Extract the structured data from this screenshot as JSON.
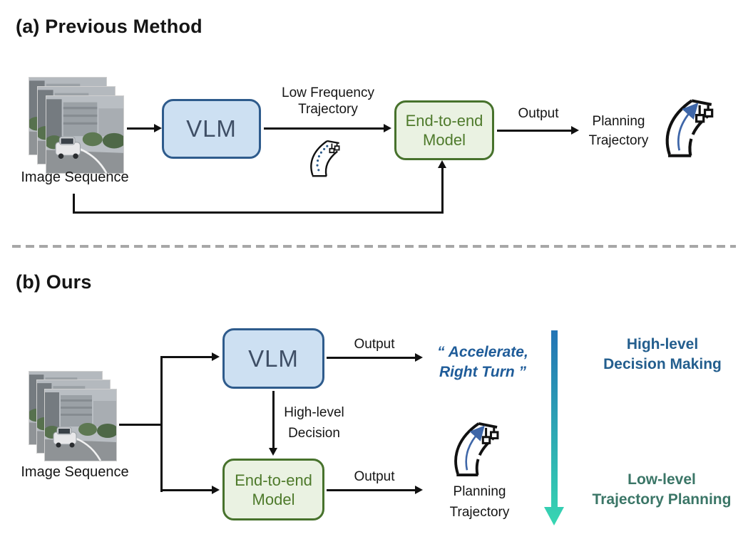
{
  "colors": {
    "vlm_fill": "#CDE0F2",
    "vlm_border": "#2E5B8C",
    "vlm_text": "#3F4F66",
    "e2e_fill": "#EAF2E2",
    "e2e_border": "#47722C",
    "e2e_text": "#4E7A2B",
    "quote_text": "#1F5C99",
    "legend_high_text": "#235E8E",
    "legend_low_text": "#3B7667",
    "gradient_arrow_top": "#2373B5",
    "gradient_arrow_bottom": "#37D7B2",
    "divider": "#A7A7A7",
    "arrow": "#111111",
    "trajectory_blue": "#3E66A8"
  },
  "section_a": {
    "title": "(a) Previous Method",
    "image_sequence_label": "Image Sequence",
    "vlm_box": "VLM",
    "vlm_to_e2e_label": [
      "Low Frequency",
      "Trajectory"
    ],
    "e2e_box": [
      "End-to-end",
      "Model"
    ],
    "output_label": "Output",
    "planning_label": [
      "Planning",
      "Trajectory"
    ]
  },
  "section_b": {
    "title": "(b) Ours",
    "image_sequence_label": "Image Sequence",
    "vlm_box": "VLM",
    "vlm_output_label": "Output",
    "vlm_output_text": [
      "“ Accelerate,",
      "Right Turn ”"
    ],
    "vlm_to_e2e_label": [
      "High-level",
      "Decision"
    ],
    "e2e_box": [
      "End-to-end",
      "Model"
    ],
    "e2e_output_label": "Output",
    "planning_label": [
      "Planning",
      "Trajectory"
    ],
    "legend_high": [
      "High-level",
      "Decision Making"
    ],
    "legend_low": [
      "Low-level",
      "Trajectory Planning"
    ]
  }
}
